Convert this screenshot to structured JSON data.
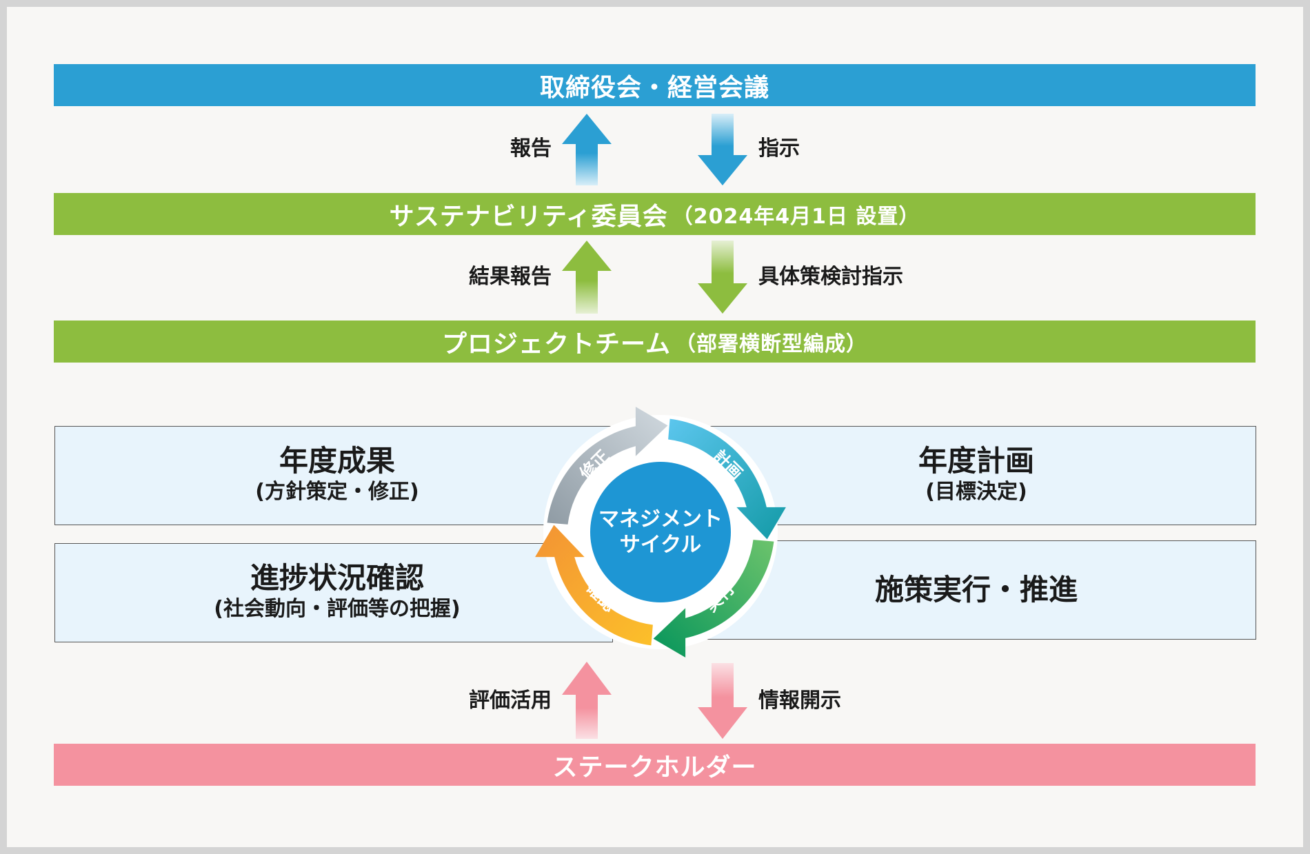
{
  "top_bar": {
    "label": "取締役会・経営会議"
  },
  "committee_bar": {
    "label": "サステナビリティ委員会",
    "note": "（2024年4月1日 設置）"
  },
  "project_bar": {
    "label": "プロジェクトチーム",
    "note": "（部署横断型編成）"
  },
  "stakeholder_bar": {
    "label": "ステークホルダー"
  },
  "arrows": {
    "report": "報告",
    "instruction": "指示",
    "result_report": "結果報告",
    "measure_instruction": "具体策検討指示",
    "evaluation_use": "評価活用",
    "disclosure": "情報開示"
  },
  "boxes": {
    "results": {
      "title": "年度成果",
      "sub": "(方針策定・修正)"
    },
    "plan": {
      "title": "年度計画",
      "sub": "(目標決定)"
    },
    "progress": {
      "title": "進捗状況確認",
      "sub": "(社会動向・評価等の把握)"
    },
    "execution": {
      "title": "施策実行・推進"
    }
  },
  "cycle": {
    "center_line1": "マネジメント",
    "center_line2": "サイクル",
    "step_plan": "計画",
    "step_do": "実行",
    "step_check": "確認",
    "step_act": "修正"
  },
  "colors": {
    "blue": "#2b9fd3",
    "green": "#8dbd3f",
    "pink": "#f4929f",
    "box_fill": "#e8f4fc",
    "center_circle": "#1e96d4"
  }
}
